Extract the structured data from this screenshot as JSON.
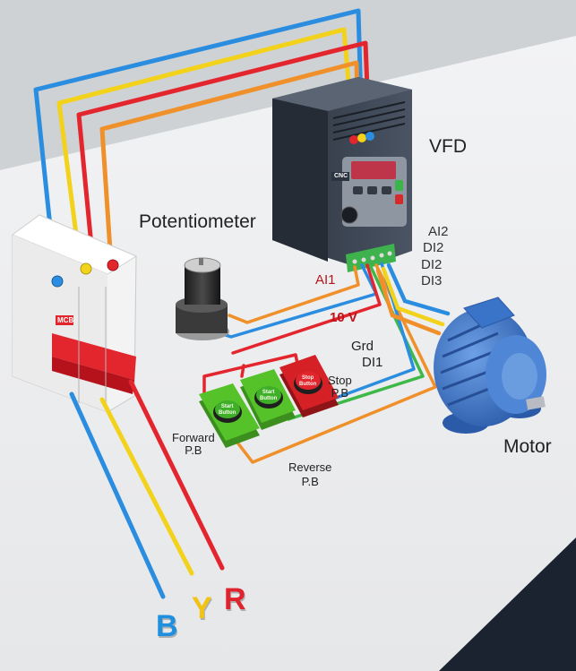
{
  "labels": {
    "vfd": "VFD",
    "potentiometer": "Potentiometer",
    "motor": "Motor",
    "ai2": "AI2",
    "di2_a": "DI2",
    "di2_b": "DI2",
    "di3": "DI3",
    "ai1": "AI1",
    "ten_v": "10 V",
    "grd": "Grd",
    "di1": "DI1",
    "forward_pb": "Forward\nP.B",
    "reverse_pb": "Reverse\nP.B",
    "stop_pb": "Stop\nP.B"
  },
  "breaker": {
    "brand": "MCB"
  },
  "vfd": {
    "brand": "CNC"
  },
  "buttons": {
    "forward": "Start\nButton",
    "reverse": "Start\nButton",
    "stop": "Stop\nButton"
  },
  "phases": [
    {
      "letter": "B",
      "color": "#1f8fe0"
    },
    {
      "letter": "Y",
      "color": "#f2c40f"
    },
    {
      "letter": "R",
      "color": "#e0232d"
    }
  ],
  "colors": {
    "blue_wire": "#2b8de0",
    "yellow_wire": "#f2d21a",
    "red_wire": "#e3262e",
    "orange_wire": "#f0902a",
    "green_wire": "#3fb84a",
    "motor_blue": "#3a74c8",
    "button_green": "#55c22a",
    "button_red": "#d52026"
  }
}
